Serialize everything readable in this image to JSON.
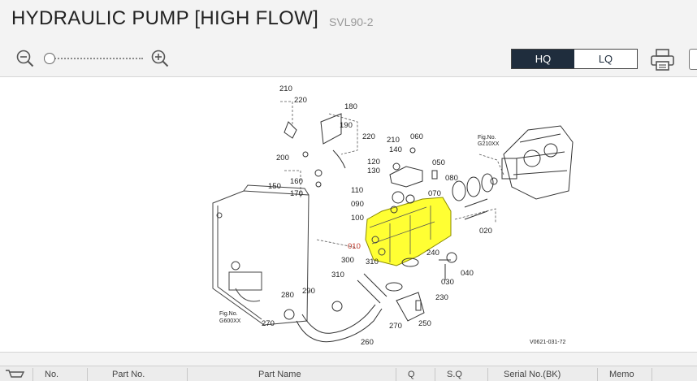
{
  "header": {
    "title": "HYDRAULIC PUMP [HIGH FLOW]",
    "model": "SVL90-2"
  },
  "toolbar": {
    "quality_options": [
      "HQ",
      "LQ"
    ],
    "quality_selected": "HQ"
  },
  "diagram": {
    "highlight_color": "#ffff33",
    "part_labels": [
      "210",
      "220",
      "180",
      "190",
      "220",
      "210",
      "060",
      "140",
      "200",
      "120",
      "130",
      "050",
      "080",
      "160",
      "150",
      "170",
      "110",
      "090",
      "070",
      "100",
      "020",
      "010",
      "240",
      "310",
      "300",
      "030",
      "040",
      "310",
      "290",
      "280",
      "230",
      "270",
      "270",
      "250",
      "260"
    ],
    "highlighted_part": "010",
    "fig_labels": {
      "fig_no_text": "Fig.No.",
      "fig_g210": "G210XX",
      "fig_g600": "G600XX",
      "drawing_code": "V0621-031-72"
    }
  },
  "table": {
    "columns": [
      "No.",
      "Part No.",
      "Part Name",
      "Q",
      "S.Q",
      "Serial No.(BK)",
      "Memo"
    ]
  }
}
